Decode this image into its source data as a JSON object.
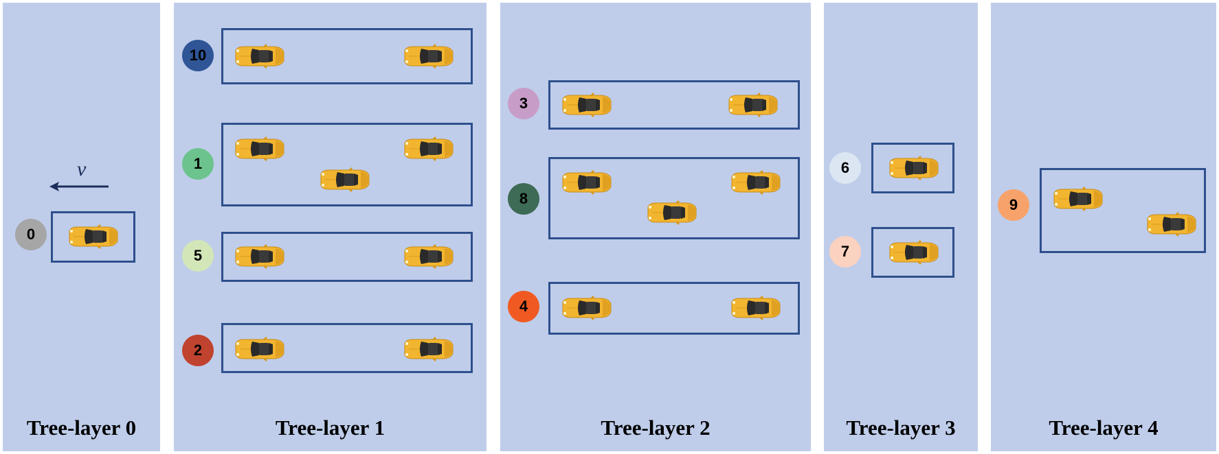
{
  "panels": [
    {
      "id": "layer0",
      "title": "Tree-layer 0"
    },
    {
      "id": "layer1",
      "title": "Tree-layer 1"
    },
    {
      "id": "layer2",
      "title": "Tree-layer 2"
    },
    {
      "id": "layer3",
      "title": "Tree-layer 3"
    },
    {
      "id": "layer4",
      "title": "Tree-layer 4"
    }
  ],
  "velocity_label": "v",
  "nodes": {
    "n0": {
      "label": "0",
      "color": "#a6a6a6"
    },
    "n10": {
      "label": "10",
      "color": "#2f5597"
    },
    "n1": {
      "label": "1",
      "color": "#6cc38d"
    },
    "n5": {
      "label": "5",
      "color": "#d3e6b8"
    },
    "n2": {
      "label": "2",
      "color": "#c0432f"
    },
    "n3": {
      "label": "3",
      "color": "#c79dc8"
    },
    "n8": {
      "label": "8",
      "color": "#3d6b55"
    },
    "n4": {
      "label": "4",
      "color": "#f05a22"
    },
    "n6": {
      "label": "6",
      "color": "#dce6f2"
    },
    "n7": {
      "label": "7",
      "color": "#fbd1c0"
    },
    "n9": {
      "label": "9",
      "color": "#f7a26b"
    }
  },
  "colors": {
    "panel_bg": "#bfcdea",
    "box_border": "#2e4f8c",
    "car_body": "#f2b530",
    "arrow": "#1b2d5a"
  }
}
